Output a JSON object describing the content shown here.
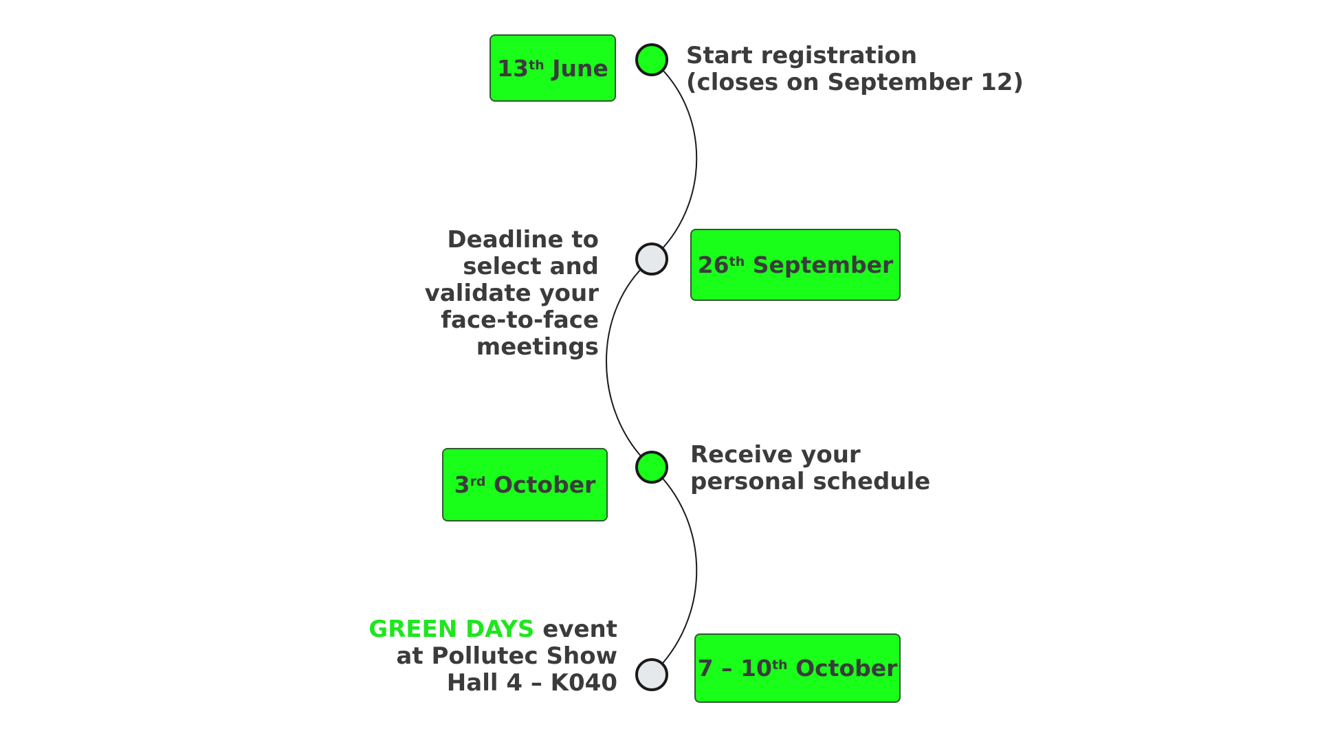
{
  "colors": {
    "accent_green": "#1aff1a",
    "highlight_text": "#1ee61e",
    "milestone_gray": "#e6e9ec",
    "text": "#3b3b3b"
  },
  "milestones": [
    {
      "date": {
        "day": "13",
        "suffix": "th",
        "rest": "June"
      },
      "description": [
        "Start registration",
        "(closes on September 12)"
      ],
      "marker": "green"
    },
    {
      "date": {
        "day": "26",
        "suffix": "th",
        "rest": "September"
      },
      "description": [
        "Deadline to",
        "select and",
        "validate your",
        "face-to-face",
        "meetings"
      ],
      "marker": "gray"
    },
    {
      "date": {
        "day": "3",
        "suffix": "rd",
        "rest": "October"
      },
      "description": [
        "Receive your",
        "personal schedule"
      ],
      "marker": "green"
    },
    {
      "date": {
        "day": "7 – 10",
        "suffix": "th",
        "rest": "October"
      },
      "description": {
        "highlight": "GREEN DAYS",
        "line1_rest": " event",
        "line2": "at Pollutec Show",
        "line3": "Hall 4 – K040"
      },
      "marker": "gray"
    }
  ]
}
